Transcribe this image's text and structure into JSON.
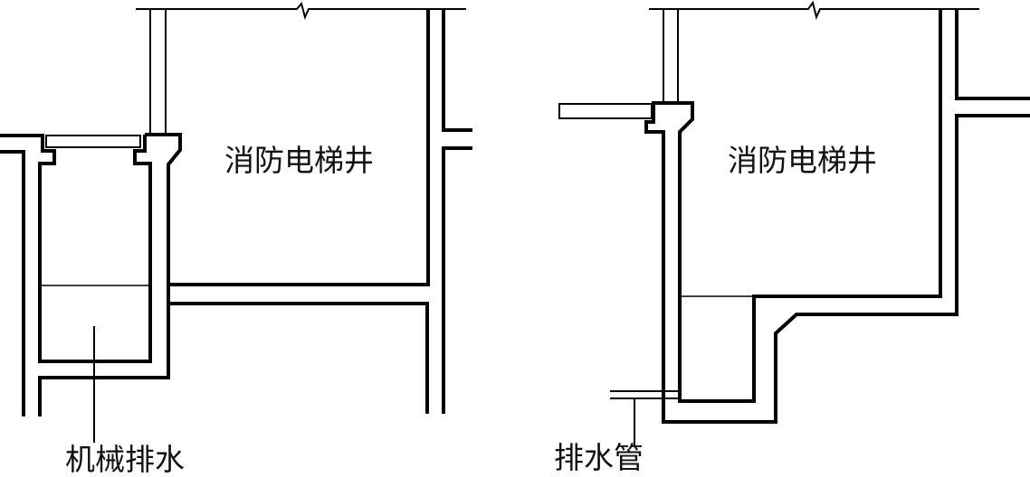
{
  "left_diagram": {
    "shaft_label": "消防电梯井",
    "callout_label": "机械排水"
  },
  "right_diagram": {
    "shaft_label": "消防电梯井",
    "callout_label": "排水管"
  }
}
